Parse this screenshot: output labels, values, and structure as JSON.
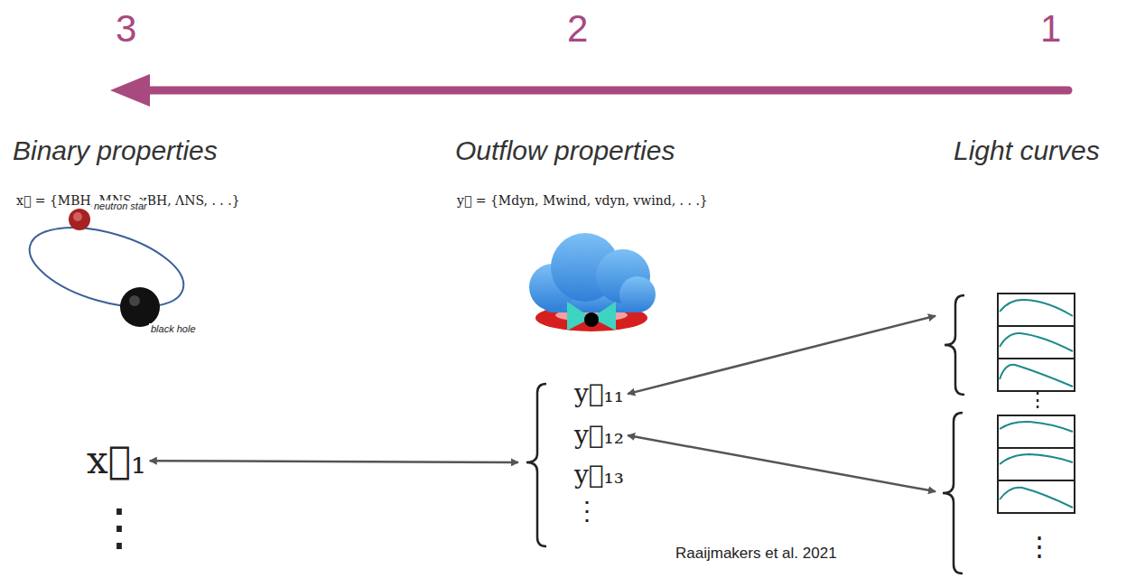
{
  "diagram": {
    "nodes": [
      {
        "text": [
          "x⃗₁"
        ]
      },
      {
        "text": [
          "⋮"
        ]
      },
      {
        "text": [
          "y⃗₁₁"
        ],
        "in": 1
      },
      {
        "text": [
          "y⃗₁₂"
        ],
        "in": 1
      },
      {
        "text": [
          "y⃗₁₃"
        ],
        "in": 1
      },
      {
        "text": [
          "⋮"
        ]
      },
      {
        "text": [
          "⋮"
        ]
      }
    ],
    "edges": [
      {
        "from": 0,
        "to": 1,
        "arrow": "both"
      },
      {
        "from": 2,
        "to": 5,
        "arrow": "both"
      },
      {
        "from": 3,
        "to": 6,
        "arrow": "both"
      }
    ],
    "labels": [
      "3",
      "2",
      "1",
      "Binary properties",
      "Outflow properties",
      "Light curves",
      "x⃗ = {MBH, MNS, χBH, ΛNS, . . .}",
      "y⃗ = {Mdyn, Mwind, vdyn, vwind, . . .}",
      "neutron star",
      "black hole",
      "⋮",
      "Raaijmakers et al. 2021"
    ]
  }
}
